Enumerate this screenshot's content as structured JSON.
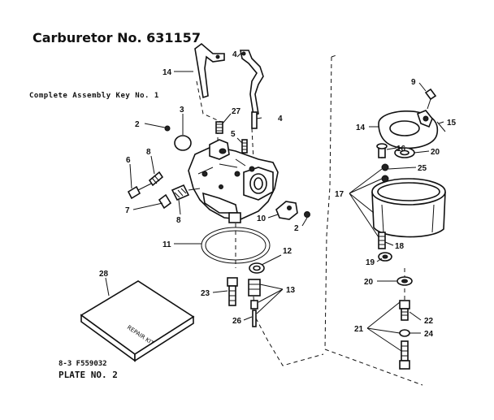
{
  "header": {
    "title": "Carburetor No. 631157",
    "subtitle": "Complete Assembly Key No. 1"
  },
  "footer": {
    "code": "8-3  F559032",
    "plate": "PLATE NO. 2"
  },
  "kit_label": "REPAIR KIT",
  "callouts": {
    "c14a": "14",
    "c4a": "4",
    "c3": "3",
    "c27": "27",
    "c4b": "4",
    "c2a": "2",
    "c5": "5",
    "c8a": "8",
    "c6": "6",
    "c7": "7",
    "c8b": "8",
    "c10": "10",
    "c2b": "2",
    "c11": "11",
    "c12": "12",
    "c28": "28",
    "c23": "23",
    "c13": "13",
    "c26": "26",
    "c9": "9",
    "c14b": "14",
    "c15": "15",
    "c16": "16",
    "c20a": "20",
    "c25": "25",
    "c17": "17",
    "c18": "18",
    "c19": "19",
    "c20b": "20",
    "c22": "22",
    "c21": "21",
    "c24": "24"
  }
}
